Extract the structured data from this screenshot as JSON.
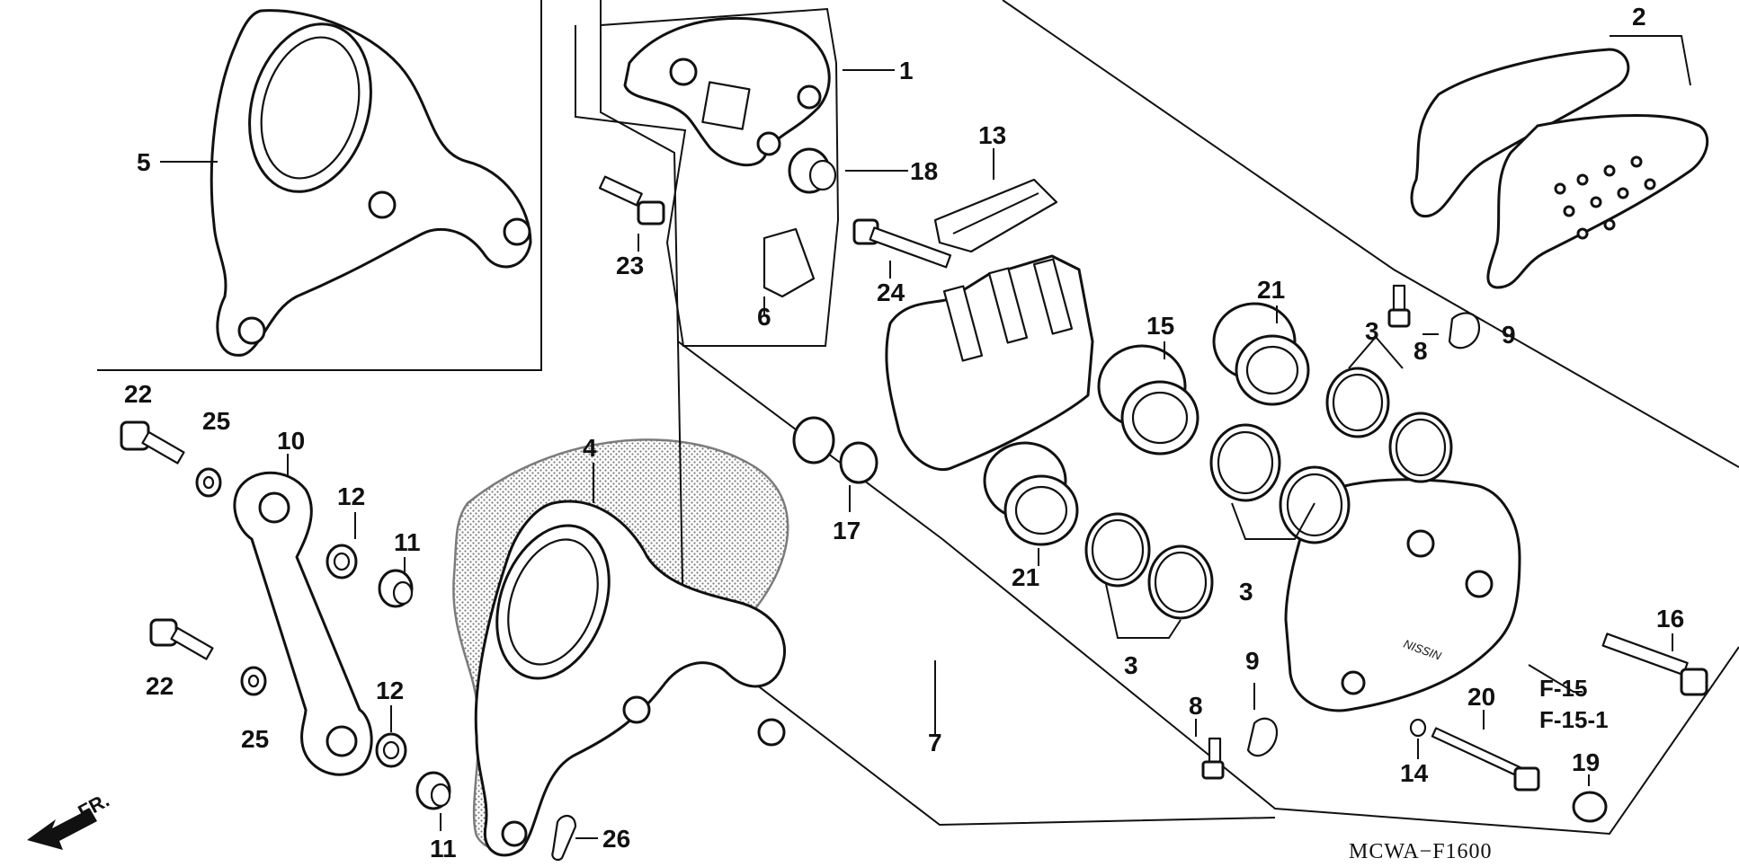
{
  "diagram": {
    "callouts": {
      "c1": "1",
      "c2": "2",
      "c3a": "3",
      "c3b": "3",
      "c3c": "3",
      "c4": "4",
      "c5": "5",
      "c6": "6",
      "c7": "7",
      "c8a": "8",
      "c8b": "8",
      "c9a": "9",
      "c9b": "9",
      "c10": "10",
      "c11a": "11",
      "c11b": "11",
      "c12a": "12",
      "c12b": "12",
      "c13": "13",
      "c14": "14",
      "c15": "15",
      "c16": "16",
      "c17": "17",
      "c18": "18",
      "c19": "19",
      "c20": "20",
      "c21a": "21",
      "c21b": "21",
      "c22a": "22",
      "c22b": "22",
      "c23": "23",
      "c24": "24",
      "c25a": "25",
      "c25b": "25",
      "c26": "26"
    },
    "refs": {
      "ref1": "F-15",
      "ref2": "F-15-1"
    },
    "diagram_code": "MCWA−F1600",
    "front_marker": "FR.",
    "caliper_brand": "NISSIN"
  }
}
